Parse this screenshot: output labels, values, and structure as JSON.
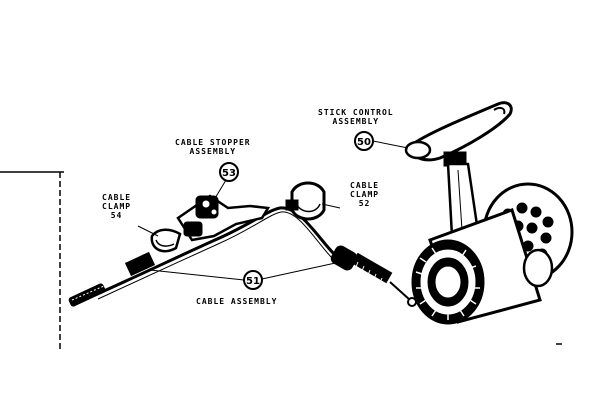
{
  "labels": {
    "stick_control": [
      "STICK CONTROL",
      "ASSEMBLY"
    ],
    "cable_stopper": [
      "CABLE STOPPER",
      "ASSEMBLY"
    ],
    "cable_clamp_left": [
      "CABLE",
      "CLAMP",
      "54"
    ],
    "cable_clamp_right": [
      "CABLE",
      "CLAMP",
      "52"
    ],
    "cable_assembly": "CABLE ASSEMBLY"
  },
  "callouts": {
    "stick_control": "50",
    "cable_stopper": "53",
    "cable_assembly": "51"
  },
  "colors": {
    "ink": "#000000",
    "paper": "#ffffff"
  }
}
